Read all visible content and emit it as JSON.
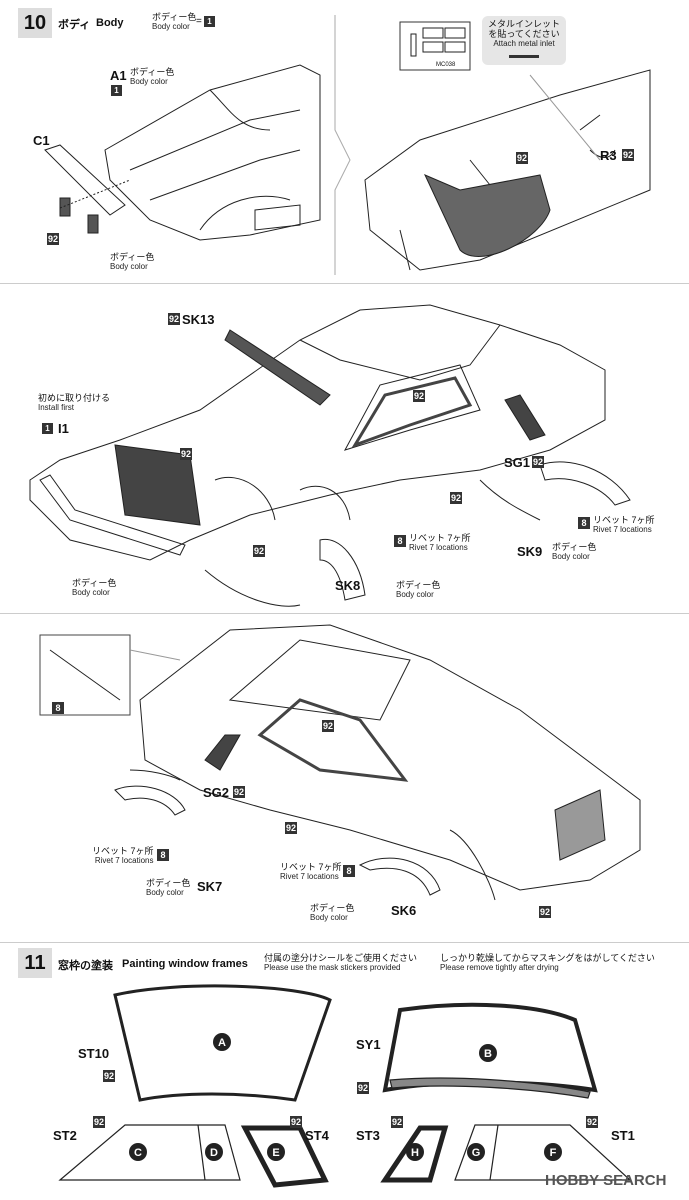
{
  "step10": {
    "number": "10",
    "title_jp": "ボディ",
    "title_en": "Body",
    "color_jp": "ボディー色",
    "color_en": "Body color",
    "color_badge": "1",
    "a1_label": "A1",
    "a1_color_jp": "ボディー色",
    "a1_color_en": "Body color",
    "a1_badge": "1",
    "c1_label": "C1",
    "c1_code": "92",
    "c1_color_jp": "ボディー色",
    "c1_color_en": "Body color",
    "mc_code": "MC038",
    "callout_jp_1": "メタルインレット",
    "callout_jp_2": "を貼ってください",
    "callout_en": "Attach metal inlet",
    "seat_code": "92",
    "r3_label": "R3",
    "r3_code": "92",
    "sk13_code": "92",
    "sk13_label": "SK13",
    "install_first_jp": "初めに取り付ける",
    "install_first_en": "Install first",
    "i1_badge": "1",
    "i1_label": "I1",
    "grille_code": "92",
    "window_code_a": "92",
    "sg1_label": "SG1",
    "sg1_code": "92",
    "sill_code_a": "92",
    "rivet_badge_a": "8",
    "rivet_jp_a": "リベット 7ヶ所",
    "rivet_en_a": "Rivet 7 locations",
    "sk9_label": "SK9",
    "sk9_color_jp": "ボディー色",
    "sk9_color_en": "Body color",
    "bumper_code": "92",
    "rivet_badge_b": "8",
    "rivet_jp_b": "リベット 7ヶ所",
    "rivet_en_b": "Rivet 7 locations",
    "front_color_jp": "ボディー色",
    "front_color_en": "Body color",
    "sk8_label": "SK8",
    "sk8_color_jp": "ボディー色",
    "sk8_color_en": "Body color",
    "inset_badge": "8",
    "window_code_b": "92",
    "sg2_label": "SG2",
    "sg2_code": "92",
    "sill_code_b": "92",
    "rivet_jp_c": "リベット 7ヶ所",
    "rivet_en_c": "Rivet 7 locations",
    "rivet_badge_c": "8",
    "sk7_color_jp": "ボディー色",
    "sk7_color_en": "Body color",
    "sk7_label": "SK7",
    "rivet_jp_d": "リベット 7ヶ所",
    "rivet_en_d": "Rivet 7 locations",
    "rivet_badge_d": "8",
    "sk6_color_jp": "ボディー色",
    "sk6_color_en": "Body color",
    "sk6_label": "SK6",
    "rear_code": "92"
  },
  "step11": {
    "number": "11",
    "title_jp": "窓枠の塗装",
    "title_en": "Painting window frames",
    "note1_jp": "付属の塗分けシールをご使用ください",
    "note1_en": "Please use the mask stickers provided",
    "note2_jp": "しっかり乾燥してからマスキングをはがしてください",
    "note2_en": "Please remove tightly after drying",
    "st10_label": "ST10",
    "st10_code": "92",
    "a": "A",
    "sy1_label": "SY1",
    "sy1_code": "92",
    "b": "B",
    "st2_label": "ST2",
    "st2_code": "92",
    "c": "C",
    "d": "D",
    "st4_code": "92",
    "st4_label": "ST4",
    "e": "E",
    "st3_code": "92",
    "st3_label": "ST3",
    "h": "H",
    "g": "G",
    "f": "F",
    "st1_code": "92",
    "st1_label": "ST1"
  },
  "watermark": {
    "text": "HOBBY SEARCH"
  }
}
